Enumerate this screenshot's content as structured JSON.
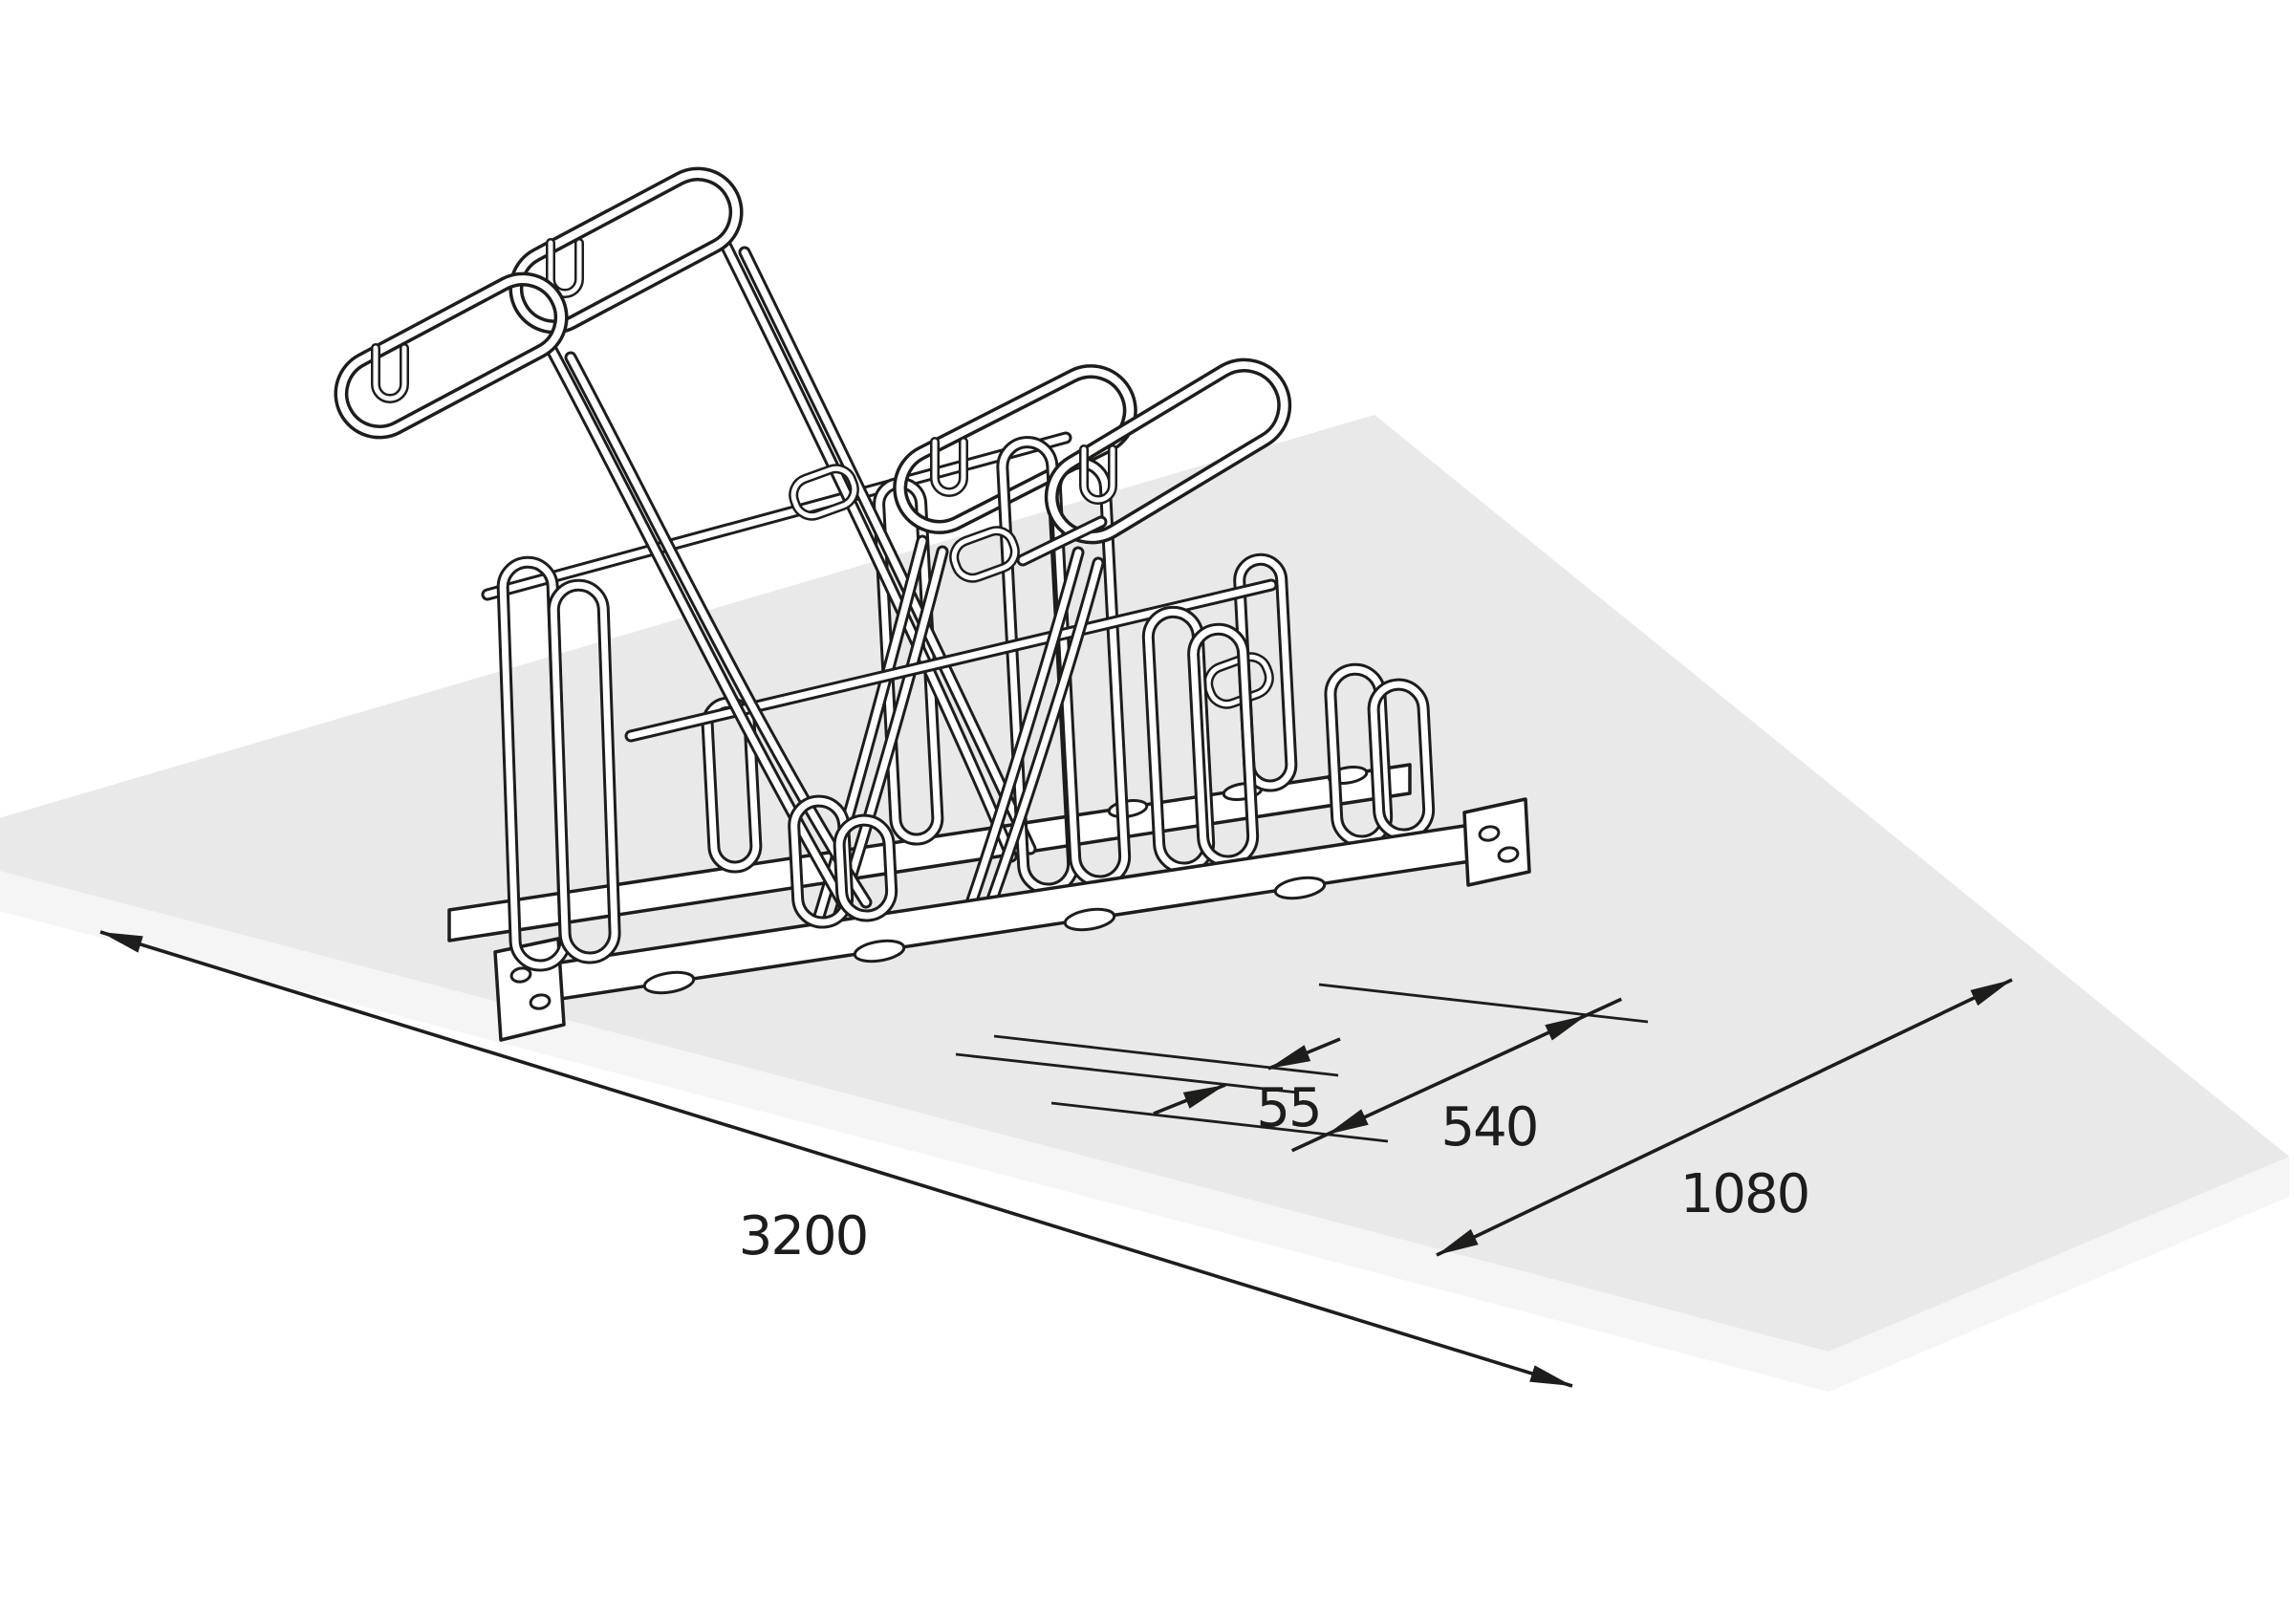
{
  "drawing": {
    "kind": "technical-illustration",
    "subject": "two-sided bicycle parking rack on recommended ground area, isometric line drawing"
  },
  "dimensions": {
    "d55": "55",
    "d540": "540",
    "d1080": "1080",
    "d3200": "3200"
  },
  "colors": {
    "ink": "#1d1d1b",
    "ground": "#e9e9e9",
    "ground_edge": "#f5f5f5",
    "background": "#ffffff"
  }
}
